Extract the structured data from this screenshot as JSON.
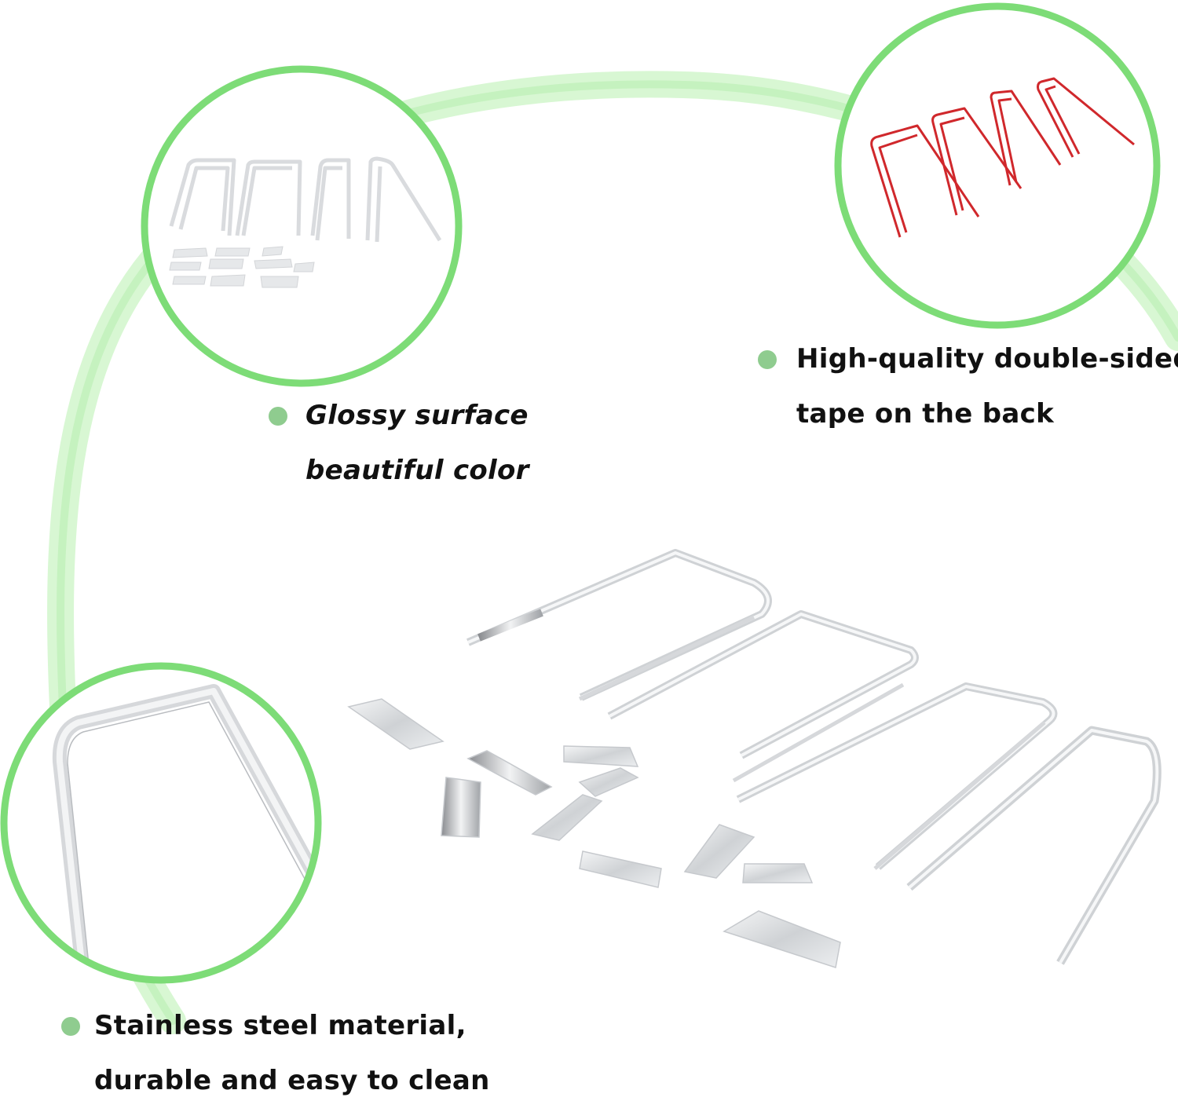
{
  "features": {
    "glossy": {
      "line1": "Glossy surface",
      "line2": "beautiful color"
    },
    "tape": {
      "line1": "High-quality double-sided",
      "line2": "tape on the back"
    },
    "steel": {
      "line1": "Stainless steel material,",
      "line2": "durable and easy to clean"
    }
  },
  "colors": {
    "circle_border": "#7ddc77",
    "arc": "#cdf5c8",
    "bullet": "#8fcc8f",
    "tape_red": "#d0282c",
    "steel": "#d4d6d9"
  }
}
